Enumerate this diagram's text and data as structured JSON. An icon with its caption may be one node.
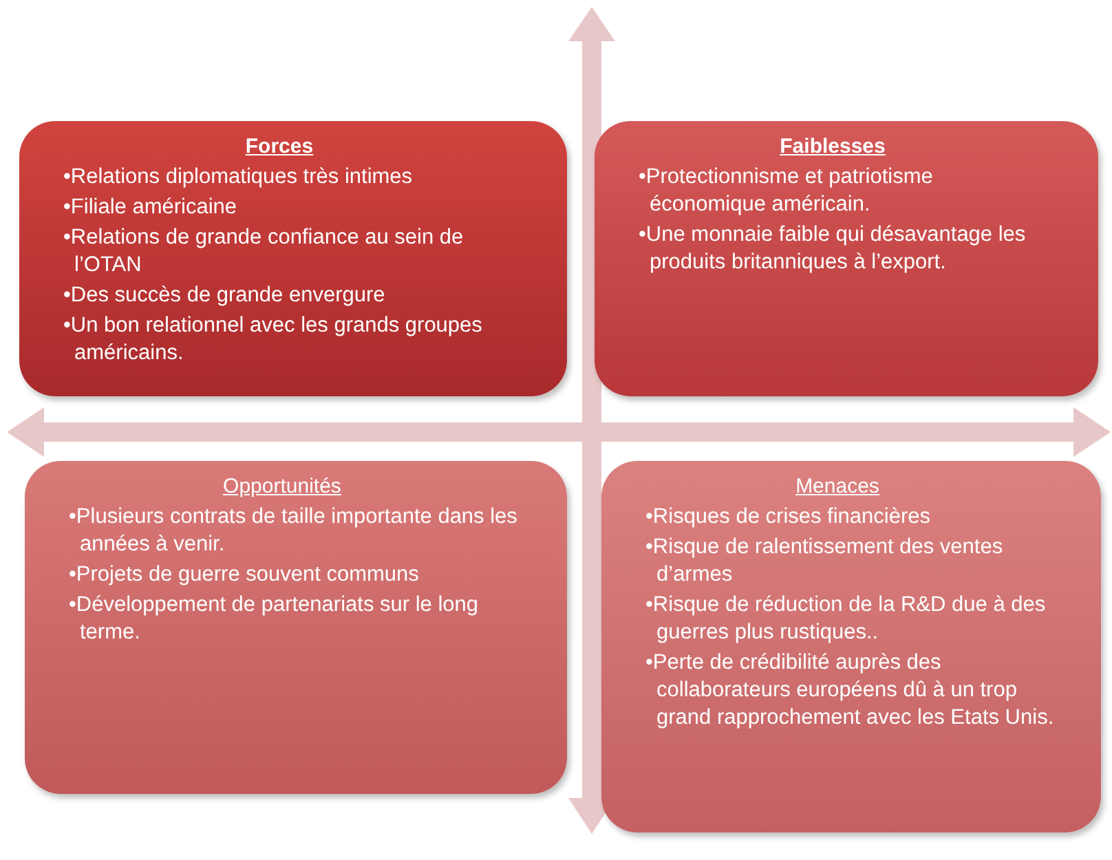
{
  "diagram": {
    "nodes": [
      {
        "text": [
          "Forces",
          "•Relations diplomatiques très intimes",
          "•Filiale américaine",
          "•Relations de grande confiance au sein de l’OTAN",
          "•Des succès de grande envergure",
          "•Un bon relationnel avec les grands groupes américains."
        ]
      },
      {
        "text": [
          "Faiblesses",
          "•Protectionnisme et patriotisme économique américain.",
          "•Une monnaie faible qui désavantage les produits britanniques à l’export."
        ]
      },
      {
        "text": [
          "Opportunités",
          "•Plusieurs contrats de taille importante dans les années à venir.",
          "•Projets de guerre souvent communs",
          "•Développement de partenariats sur le long terme."
        ]
      },
      {
        "text": [
          "Menaces",
          "•Risques de crises financières",
          "•Risque de ralentissement des ventes d’armes",
          "•Risque de réduction de la R&D due à des guerres plus rustiques..",
          "•Perte de crédibilité auprès des collaborateurs européens dû à un trop grand rapprochement avec les Etats Unis."
        ]
      }
    ]
  }
}
